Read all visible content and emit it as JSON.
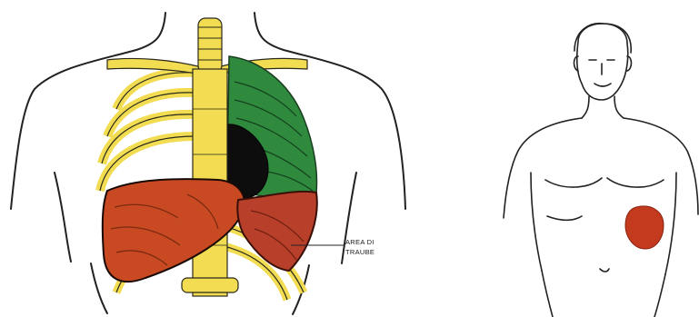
{
  "annotation": {
    "line1": "AREA DI",
    "line2": "TRAUBE"
  },
  "colors": {
    "spine_ribs": "#f2dc52",
    "lung": "#2f8a3e",
    "liver": "#c94a22",
    "spleen": "#b8402a",
    "heart": "#0d0d0d",
    "outline": "#222222"
  },
  "icons": {
    "figure_left": "thorax-skeleton-organs",
    "figure_right": "torso-spleen-highlight"
  }
}
